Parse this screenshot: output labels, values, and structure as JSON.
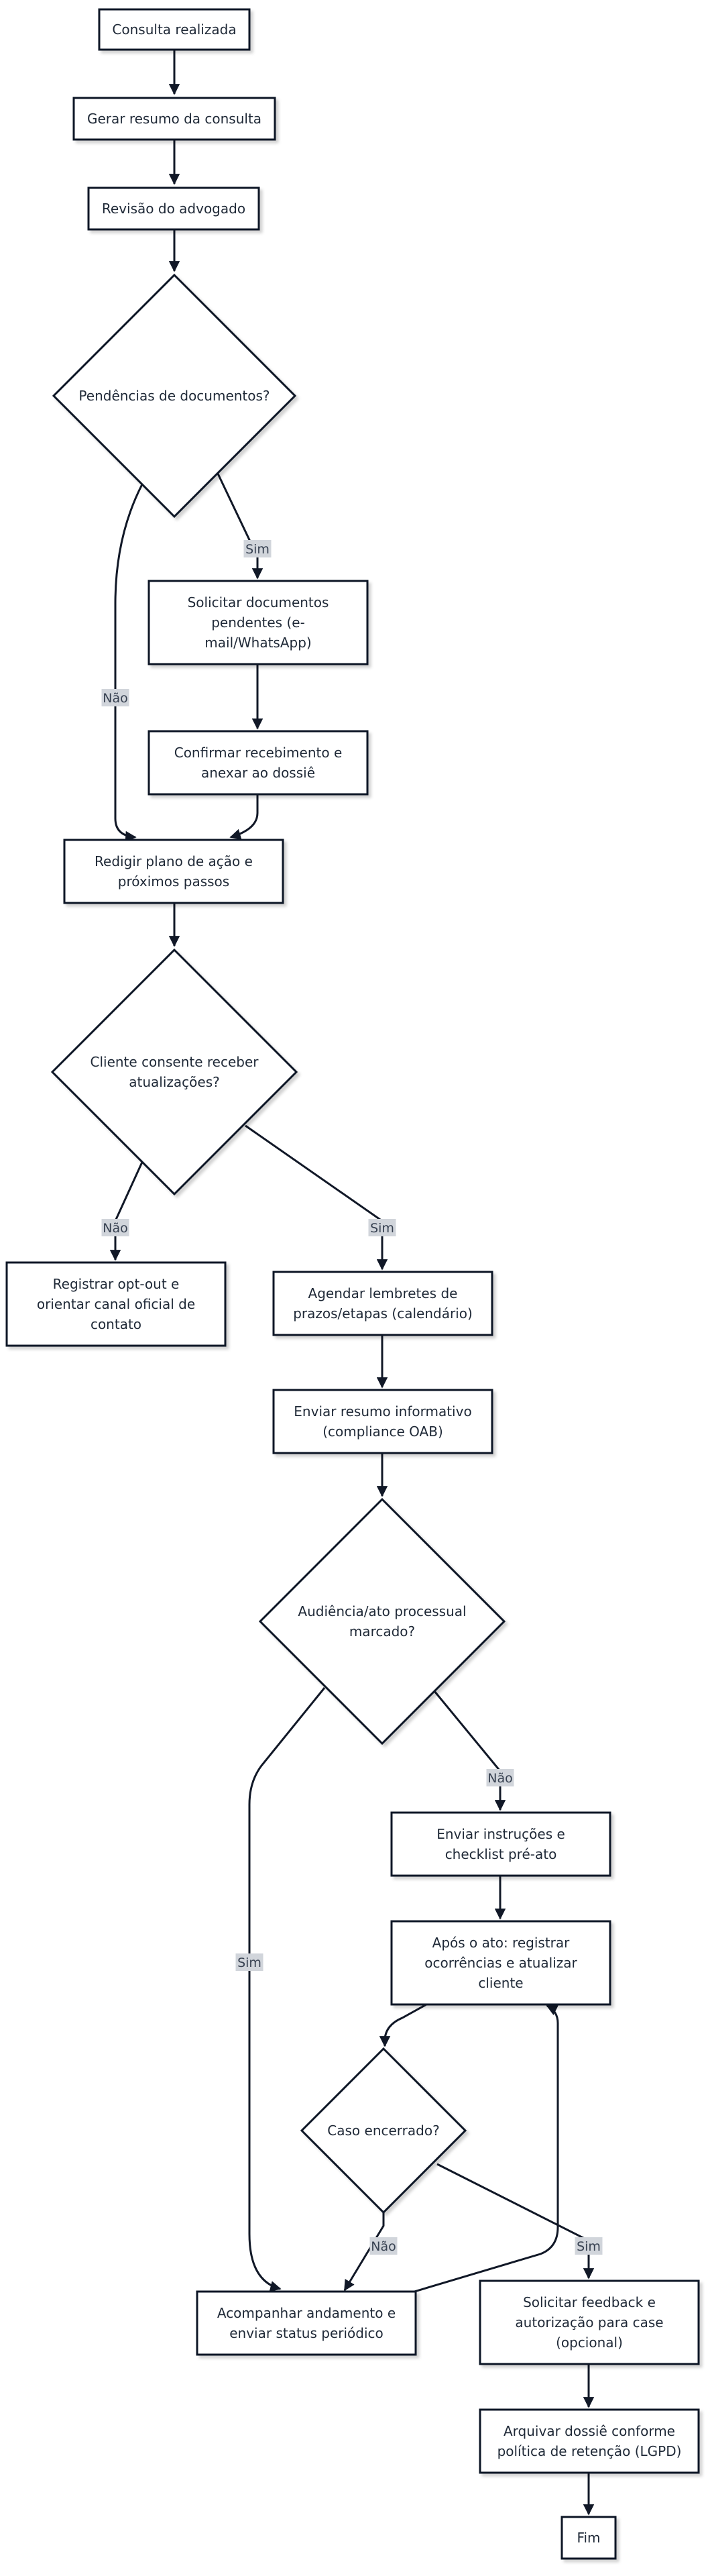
{
  "flowchart": {
    "nodes": {
      "n1": {
        "lines": [
          "Consulta realizada"
        ]
      },
      "n2": {
        "lines": [
          "Gerar resumo da consulta"
        ]
      },
      "n3": {
        "lines": [
          "Revisão do advogado"
        ]
      },
      "d1": {
        "lines": [
          "Pendências de documentos?"
        ]
      },
      "n4": {
        "lines": [
          "Solicitar documentos",
          "pendentes (e-",
          "mail/WhatsApp)"
        ]
      },
      "n5": {
        "lines": [
          "Confirmar recebimento e",
          "anexar ao dossiê"
        ]
      },
      "n6": {
        "lines": [
          "Redigir plano de ação e",
          "próximos passos"
        ]
      },
      "d2": {
        "lines": [
          "Cliente consente receber",
          "atualizações?"
        ]
      },
      "n7": {
        "lines": [
          "Registrar opt-out e",
          "orientar canal oficial de",
          "contato"
        ]
      },
      "n8": {
        "lines": [
          "Agendar lembretes de",
          "prazos/etapas (calendário)"
        ]
      },
      "n9": {
        "lines": [
          "Enviar resumo informativo",
          "(compliance OAB)"
        ]
      },
      "d3": {
        "lines": [
          "Audiência/ato processual",
          "marcado?"
        ]
      },
      "n10": {
        "lines": [
          "Enviar instruções e",
          "checklist pré-ato"
        ]
      },
      "n11": {
        "lines": [
          "Após o ato: registrar",
          "ocorrências e atualizar",
          "cliente"
        ]
      },
      "d4": {
        "lines": [
          "Caso encerrado?"
        ]
      },
      "n12": {
        "lines": [
          "Acompanhar andamento e",
          "enviar status periódico"
        ]
      },
      "n13": {
        "lines": [
          "Solicitar feedback e",
          "autorização para case",
          "(opcional)"
        ]
      },
      "n14": {
        "lines": [
          "Arquivar dossiê conforme",
          "política de retenção (LGPD)"
        ]
      },
      "n15": {
        "lines": [
          "Fim"
        ]
      }
    },
    "edges": [
      {
        "from": "n1",
        "to": "n2",
        "label": ""
      },
      {
        "from": "n2",
        "to": "n3",
        "label": ""
      },
      {
        "from": "n3",
        "to": "d1",
        "label": ""
      },
      {
        "from": "d1",
        "to": "n4",
        "label": "Sim"
      },
      {
        "from": "d1",
        "to": "n6",
        "label": "Não"
      },
      {
        "from": "n4",
        "to": "n5",
        "label": ""
      },
      {
        "from": "n5",
        "to": "n6",
        "label": ""
      },
      {
        "from": "n6",
        "to": "d2",
        "label": ""
      },
      {
        "from": "d2",
        "to": "n7",
        "label": "Não"
      },
      {
        "from": "d2",
        "to": "n8",
        "label": "Sim"
      },
      {
        "from": "n8",
        "to": "n9",
        "label": ""
      },
      {
        "from": "n9",
        "to": "d3",
        "label": ""
      },
      {
        "from": "d3",
        "to": "n10",
        "label": "Sim"
      },
      {
        "from": "d3",
        "to": "n12",
        "label": "Não"
      },
      {
        "from": "n10",
        "to": "n11",
        "label": ""
      },
      {
        "from": "n11",
        "to": "d4",
        "label": ""
      },
      {
        "from": "d4",
        "to": "n12",
        "label": "Não"
      },
      {
        "from": "d4",
        "to": "n13",
        "label": "Sim"
      },
      {
        "from": "n12",
        "to": "n11",
        "label": ""
      },
      {
        "from": "n13",
        "to": "n14",
        "label": ""
      },
      {
        "from": "n14",
        "to": "n15",
        "label": ""
      }
    ],
    "colors": {
      "stroke": "#111827",
      "node_fill": "#ffffff",
      "text": "#1f2937",
      "edge_label_bg": "#d1d5db"
    }
  }
}
